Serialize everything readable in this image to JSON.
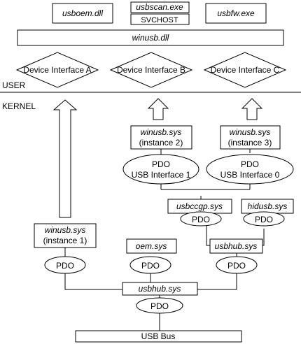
{
  "user_mode": {
    "section_label": "USER",
    "clients": {
      "usboem": "usboem.dll",
      "usbscan": "usbscan.exe",
      "svchost": "SVCHOST",
      "usbfw": "usbfw.exe"
    },
    "winusb_dll": "winusb.dll",
    "device_interfaces": [
      "Device Interface A",
      "Device Interface B",
      "Device Interface C"
    ]
  },
  "kernel_mode": {
    "section_label": "KERNEL",
    "winusb_instance1": {
      "name": "winusb.sys",
      "instance": "(instance 1)"
    },
    "winusb_instance2": {
      "name": "winusb.sys",
      "instance": "(instance 2)"
    },
    "winusb_instance3": {
      "name": "winusb.sys",
      "instance": "(instance 3)"
    },
    "pdo_usb_if1": {
      "line1": "PDO",
      "line2": "USB Interface 1"
    },
    "pdo_usb_if0": {
      "line1": "PDO",
      "line2": "USB Interface 0"
    },
    "usbccgp": "usbccgp.sys",
    "hidusb": "hidusb.sys",
    "usbhub_upper": "usbhub.sys",
    "oem": "oem.sys",
    "usbhub_lower": "usbhub.sys",
    "pdo": "PDO",
    "usb_bus": "USB Bus"
  }
}
